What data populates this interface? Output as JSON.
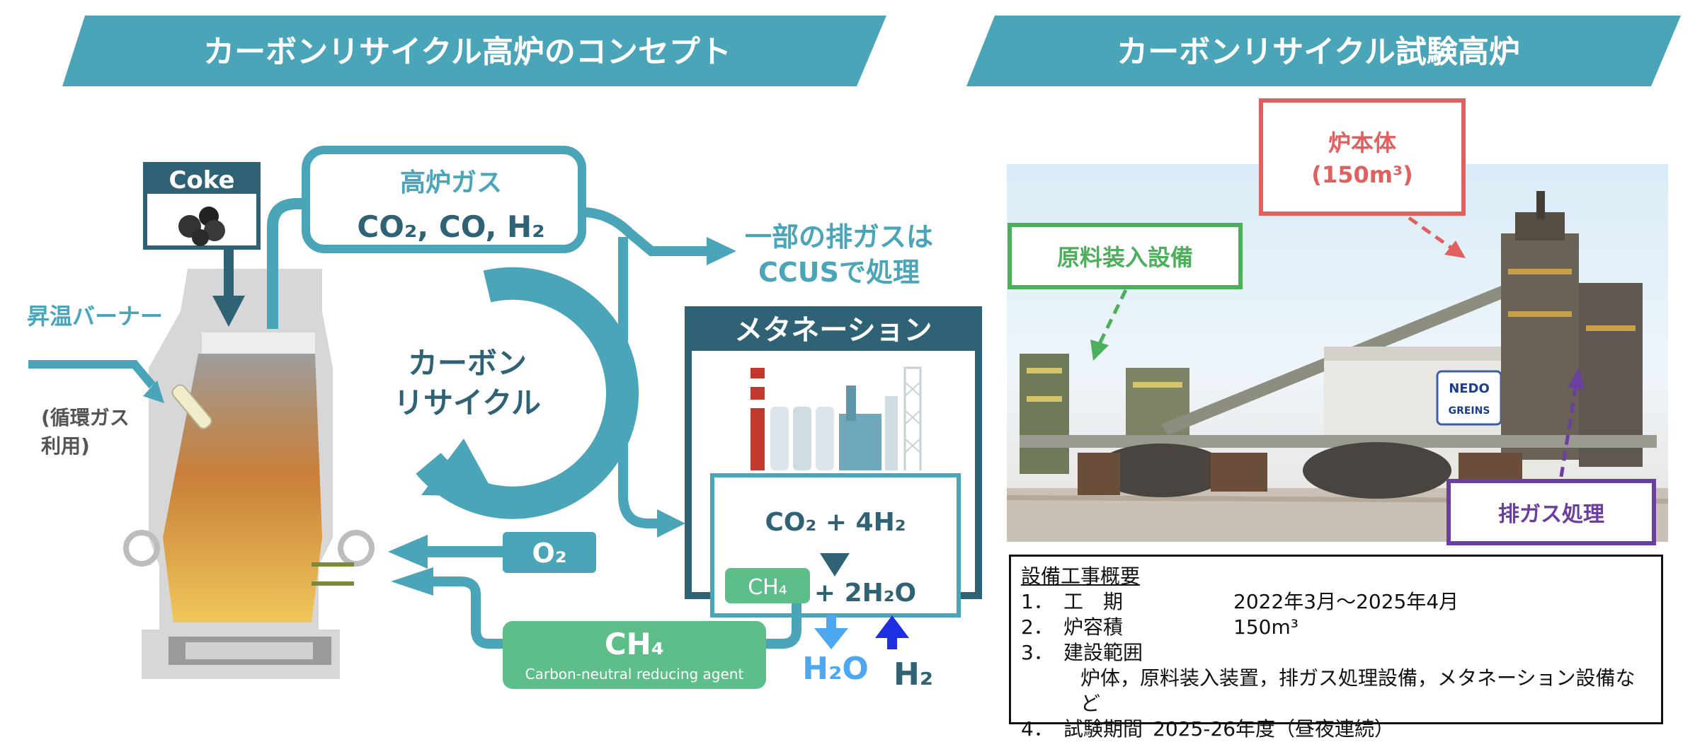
{
  "left_title": "カーボンリサイクル高炉のコンセプト",
  "right_title": "カーボンリサイクル試験高炉",
  "coke_label": "Coke",
  "burner_label": "昇温バーナー",
  "recycle_gas_line1": "(循環ガス",
  "recycle_gas_line2": "利用)",
  "bf_gas_title": "高炉ガス",
  "bf_gas_formula": "CO₂, CO, H₂",
  "exhaust_line1": "一部の排ガスは",
  "exhaust_line2": "CCUSで処理",
  "cycle_line1": "カーボン",
  "cycle_line2": "リサイクル",
  "methanation_title": "メタネーション",
  "reaction_left": "CO₂ + 4H₂",
  "reaction_ch4": "CH₄",
  "reaction_right": "+ 2H₂O",
  "o2_label": "O₂",
  "ch4_label": "CH₄",
  "ch4_sub": "Carbon-neutral reducing agent",
  "h2o_label": "H₂O",
  "h2_label": "H₂",
  "photo": {
    "furnace_body_line1": "炉本体",
    "furnace_body_line2": "(150m³)",
    "raw_material": "原料装入設備",
    "exhaust_treatment": "排ガス処理",
    "nedo_mark": "NEDO",
    "greins_mark": "GREINS"
  },
  "summary": {
    "heading": "設備工事概要",
    "items": [
      {
        "num": "1．",
        "label": "工　期",
        "value": "2022年3月～2025年4月"
      },
      {
        "num": "2．",
        "label": "炉容積",
        "value": "150m³"
      },
      {
        "num": "3．",
        "label": "建設範囲",
        "value": ""
      },
      {
        "num": "",
        "label": "",
        "value": "炉体，原料装入装置，排ガス処理設備，メタネーション設備など"
      },
      {
        "num": "4．",
        "label": "試験期間",
        "value": "2025-26年度（昼夜連続）"
      }
    ]
  },
  "colors": {
    "teal": "#4AA5B8",
    "dark_teal": "#2F6275",
    "green": "#5DBE8A",
    "red_label": "#E06060",
    "green_label": "#4CAF5A",
    "purple_label": "#6B3FA0",
    "h2o_blue": "#4DA8F0",
    "h2_blue": "#1D2FE0"
  }
}
